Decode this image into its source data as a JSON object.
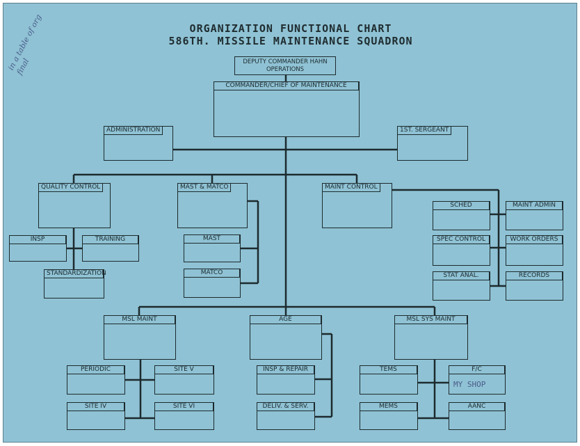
{
  "title_line1": "ORGANIZATION FUNCTIONAL CHART",
  "title_line2": "586TH. MISSILE MAINTENANCE SQUADRON",
  "boxes": {
    "deputy_commander": "DEPUTY COMMANDER HAHN OPERATIONS",
    "commander": "COMMANDER/CHIEF OF MAINTENANCE",
    "administration": "ADMINISTRATION",
    "first_sergeant": "1ST. SERGEANT",
    "quality_control": "QUALITY CONTROL",
    "mast_matco": "MAST & MATCO",
    "maint_control": "MAINT CONTROL",
    "insp": "INSP",
    "training": "TRAINING",
    "standardization": "STANDARDIZATION",
    "mast": "MAST",
    "matco": "MATCO",
    "sched": "SCHED",
    "maint_admin": "MAINT ADMIN",
    "spec_control": "SPEC CONTROL",
    "work_orders": "WORK ORDERS",
    "stat_anal": "STAT ANAL.",
    "records": "RECORDS",
    "msl_maint": "MSL MAINT",
    "age": "AGE",
    "msl_sys_maint": "MSL SYS MAINT",
    "periodic": "PERIODIC",
    "site_v": "SITE V",
    "site_iv": "SITE IV",
    "site_vi": "SITE VI",
    "insp_repair": "INSP & REPAIR",
    "deliv_serv": "DELIV. & SERV.",
    "tems": "TEMS",
    "fc": "F/C",
    "mems": "MEMS",
    "aanc": "AANC"
  },
  "handwriting": {
    "fc_note": "MY SHOP",
    "margin_note": "in a table of org final"
  },
  "colors": {
    "paper": "#8fc2d4",
    "ink": "#1c2a2e",
    "pen": "#4a5b8a"
  }
}
